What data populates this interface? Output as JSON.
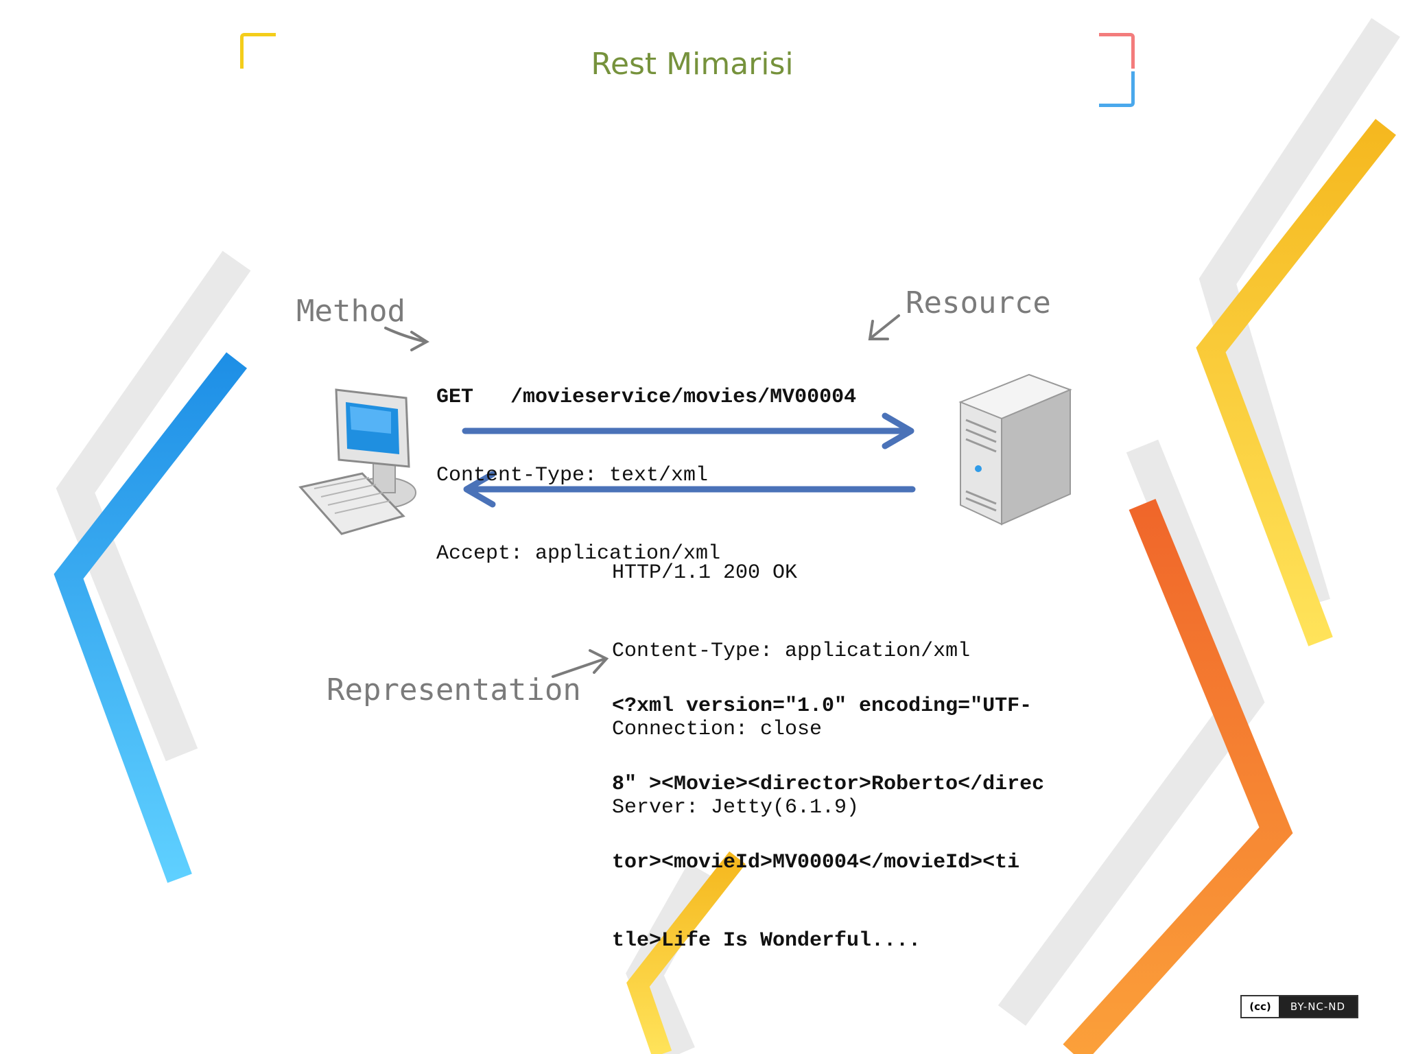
{
  "slide": {
    "title": "Rest Mimarisi"
  },
  "diagram": {
    "labels": {
      "method": "Method",
      "resource": "Resource",
      "representation": "Representation"
    },
    "request": {
      "method": "GET",
      "path": "/movieservice/movies/MV00004",
      "headers": [
        "Content-Type: text/xml",
        "Accept: application/xml"
      ]
    },
    "response": {
      "lines": [
        "HTTP/1.1 200 OK",
        "Content-Type: application/xml",
        "Connection: close",
        "Server: Jetty(6.1.9)"
      ]
    },
    "representation_body": {
      "lines": [
        "<?xml version=\"1.0\" encoding=\"UTF-",
        "8\" ><Movie><director>Roberto</direc",
        "tor><movieId>MV00004</movieId><ti",
        "tle>Life Is Wonderful...."
      ]
    },
    "icons": {
      "client": "desktop-computer-icon",
      "server": "server-tower-icon"
    },
    "colors": {
      "arrow": "#4a72b8",
      "label": "#7b7b7b"
    }
  },
  "license": {
    "cc": "(cc)",
    "text": "BY-NC-ND"
  },
  "theme": {
    "title_color": "#76923c",
    "blue": "#2f9be8",
    "yellow": "#f6c22e",
    "orange": "#f47e2c"
  }
}
